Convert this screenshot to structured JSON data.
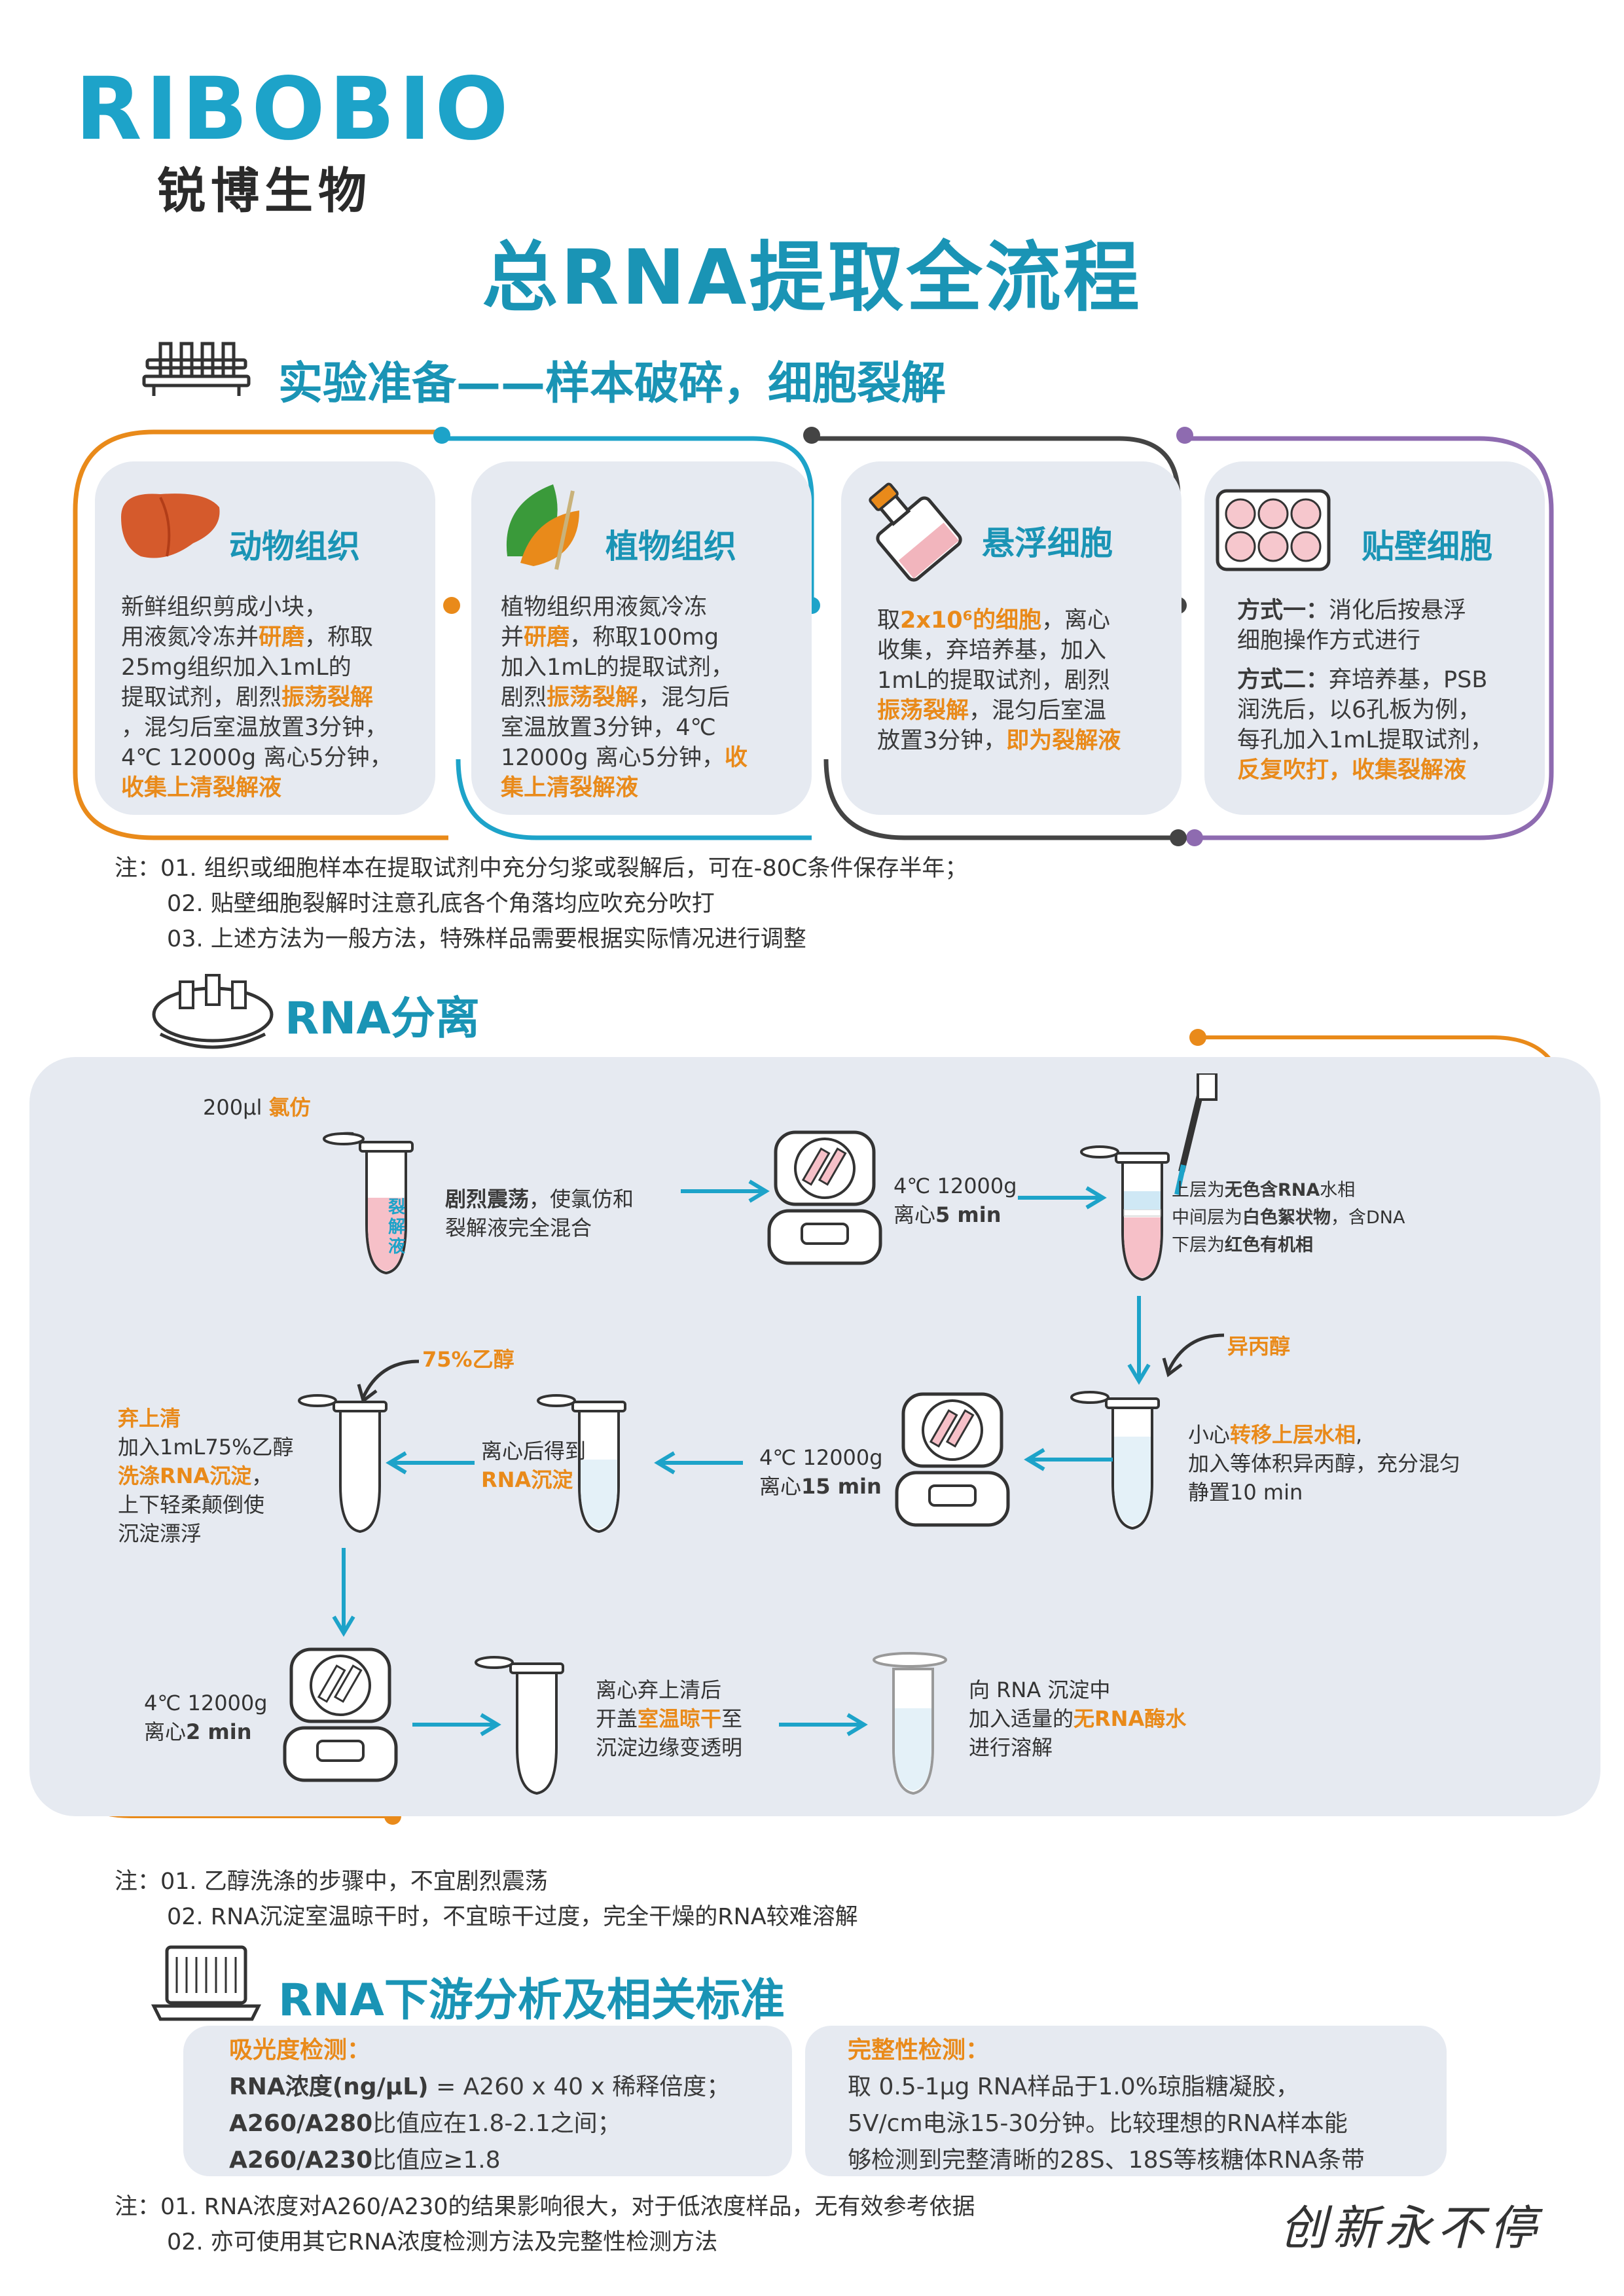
{
  "logo": {
    "en": "RIBOBIO",
    "cn": "锐博生物"
  },
  "title": "总RNA提取全流程",
  "section1": {
    "title": "实验准备——样本破碎，细胞裂解",
    "cards": [
      {
        "title": "动物组织",
        "l1": "新鲜组织剪成小块，",
        "l2a": "用液氮冷冻并",
        "l2b": "研磨",
        "l2c": "，称取",
        "l3": "25mg组织加入1mL的",
        "l4a": "提取试剂，剧烈",
        "l4b": "振荡裂解",
        "l5": "，混匀后室温放置3分钟，",
        "l6": "4℃ 12000g 离心5分钟，",
        "l7": "收集上清裂解液"
      },
      {
        "title": "植物组织",
        "l1": "植物组织用液氮冷冻",
        "l2a": "并",
        "l2b": "研磨",
        "l2c": "，称取100mg",
        "l3": "加入1mL的提取试剂，",
        "l4a": "剧烈",
        "l4b": "振荡裂解",
        "l4c": "，混匀后",
        "l5": "室温放置3分钟，4℃",
        "l6a": "12000g 离心5分钟，",
        "l6b": "收",
        "l7": "集上清裂解液"
      },
      {
        "title": "悬浮细胞",
        "l1a": "取",
        "l1b": "2x10⁶的细胞",
        "l1c": "，离心",
        "l2": "收集，弃培养基，加入",
        "l3": "1mL的提取试剂，剧烈",
        "l4a": "振荡裂解",
        "l4b": "，混匀后室温",
        "l5a": "放置3分钟，",
        "l5b": "即为裂解液"
      },
      {
        "title": "贴壁细胞",
        "m1": "方式一：",
        "m1t": "消化后按悬浮",
        "m1l2": "细胞操作方式进行",
        "m2": "方式二：",
        "m2t": "弃培养基，PSB",
        "m2l2": "润洗后，以6孔板为例，",
        "m2l3": "每孔加入1mL提取试剂，",
        "m2l4": "反复吹打，收集裂解液"
      }
    ],
    "notes": [
      "注：01. 组织或细胞样本在提取试剂中充分匀浆或裂解后，可在-80C条件保存半年；",
      "02. 贴壁细胞裂解时注意孔底各个角落均应吹充分吹打",
      "03. 上述方法为一般方法，特殊样品需要根据实际情况进行调整"
    ]
  },
  "section2": {
    "title": "RNA分离",
    "chloroform_amt": "200μl",
    "chloroform": "氯仿",
    "tube_label": "裂解液",
    "step1a": "剧烈震荡",
    "step1b": "，使氯仿和",
    "step1c": "裂解液完全混合",
    "cent1_a": "4℃ 12000g",
    "cent1_b": "离心",
    "cent1_c": "5 min",
    "layer1a": "上层为",
    "layer1b": "无色含RNA",
    "layer1c": "水相",
    "layer2a": "中间层为",
    "layer2b": "白色絮状物",
    "layer2c": "，含DNA",
    "layer3a": "下层为",
    "layer3b": "红色有机相",
    "isopropanol": "异丙醇",
    "step2a": "小心",
    "step2b": "转移上层水相",
    "step2c": ",",
    "step2d": "加入等体积异丙醇，充分混匀",
    "step2e": "静置10 min",
    "cent2_a": "4℃ 12000g",
    "cent2_b": "离心",
    "cent2_c": "15 min",
    "step3a": "离心后得到",
    "step3b": "RNA沉淀",
    "ethanol": "75%乙醇",
    "step4a": "弃上清",
    "step4b": "加入1mL75%乙醇",
    "step4c": "洗涤RNA沉淀",
    "step4d": "，",
    "step4e": "上下轻柔颠倒使",
    "step4f": "沉淀漂浮",
    "cent3_a": "4℃ 12000g",
    "cent3_b": "离心",
    "cent3_c": "2 min",
    "step5a": "离心弃上清后",
    "step5b": "开盖",
    "step5c": "室温晾干",
    "step5d": "至",
    "step5e": "沉淀边缘变透明",
    "step6a": "向 RNA 沉淀中",
    "step6b": "加入适量的",
    "step6c": "无RNA酶水",
    "step6d": "进行溶解",
    "notes": [
      "注：01. 乙醇洗涤的步骤中，不宜剧烈震荡",
      "02. RNA沉淀室温晾干时，不宜晾干过度，完全干燥的RNA较难溶解"
    ]
  },
  "section3": {
    "title": "RNA下游分析及相关标准",
    "box1": {
      "title": "吸光度检测：",
      "l1a": "RNA浓度(ng/μL)",
      "l1b": "= A260 x 40 x 稀释倍度；",
      "l2a": "A260/A280",
      "l2b": "比值应在1.8-2.1之间；",
      "l3a": "A260/A230",
      "l3b": "比值应≥1.8"
    },
    "box2": {
      "title": "完整性检测：",
      "l1": "取 0.5-1μg RNA样品于1.0%琼脂糖凝胶，",
      "l2": "5V/cm电泳15-30分钟。比较理想的RNA样本能",
      "l3": "够检测到完整清晰的28S、18S等核糖体RNA条带"
    },
    "notes": [
      "注：01. RNA浓度对A260/A230的结果影响很大，对于低浓度样品，无有效参考依据",
      "02. 亦可使用其它RNA浓度检测方法及完整性检测方法"
    ]
  },
  "signature": "创新永不停",
  "colors": {
    "teal": "#1a94b5",
    "orange": "#e98a1a",
    "purple": "#8e6bb0",
    "dark": "#3a3a3a",
    "card": "#e6eaf1"
  }
}
